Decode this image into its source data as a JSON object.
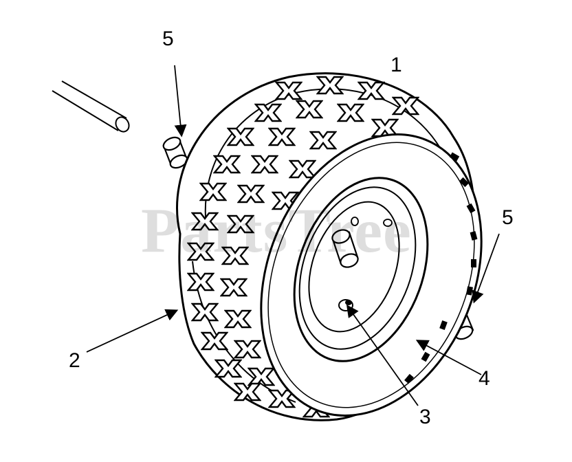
{
  "callouts": {
    "c1": "1",
    "c2": "2",
    "c3": "3",
    "c4": "4",
    "c5a": "5",
    "c5b": "5"
  },
  "watermark": "PartsTree",
  "colors": {
    "line": "#000000",
    "background": "#ffffff"
  }
}
